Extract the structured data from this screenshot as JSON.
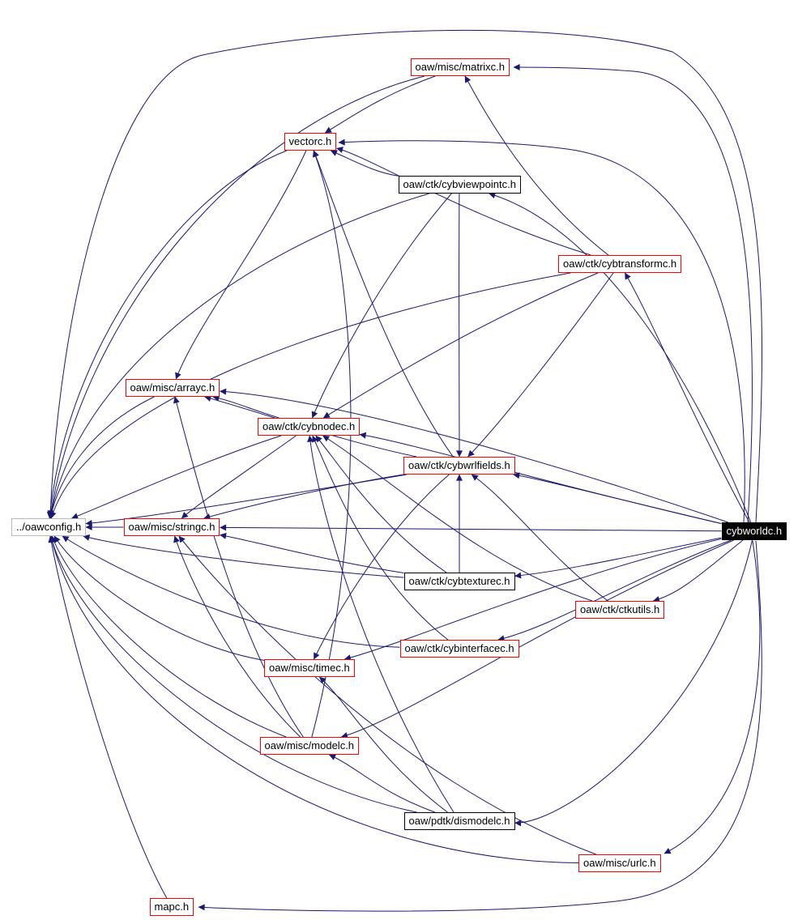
{
  "diagram": {
    "type": "include-dependency-graph",
    "root_label": "cybworldc.h",
    "colors": {
      "edge": "#191970",
      "border_red": "#ff0000",
      "border_black": "#000000",
      "border_grey": "#b9b9b9",
      "root_bg": "#000000",
      "root_text": "#ffffff",
      "node_bg": "#ffffff",
      "text": "#000000",
      "background": "#ffffff"
    },
    "nodes": [
      {
        "id": "matrixc",
        "label": "oaw/misc/matrixc.h",
        "style": "red"
      },
      {
        "id": "vectorc",
        "label": "vectorc.h",
        "style": "red"
      },
      {
        "id": "cybviewpointc",
        "label": "oaw/ctk/cybviewpointc.h",
        "style": "black"
      },
      {
        "id": "cybtransformc",
        "label": "oaw/ctk/cybtransformc.h",
        "style": "red"
      },
      {
        "id": "arrayc",
        "label": "oaw/misc/arrayc.h",
        "style": "red"
      },
      {
        "id": "cybnodec",
        "label": "oaw/ctk/cybnodec.h",
        "style": "red"
      },
      {
        "id": "cybwrlfields",
        "label": "oaw/ctk/cybwrlfields.h",
        "style": "red"
      },
      {
        "id": "oawconfig",
        "label": "../oawconfig.h",
        "style": "grey"
      },
      {
        "id": "stringc",
        "label": "oaw/misc/stringc.h",
        "style": "red"
      },
      {
        "id": "cybworldc",
        "label": "cybworldc.h",
        "style": "root"
      },
      {
        "id": "cybtexturec",
        "label": "oaw/ctk/cybtexturec.h",
        "style": "black"
      },
      {
        "id": "ctkutils",
        "label": "oaw/ctk/ctkutils.h",
        "style": "red"
      },
      {
        "id": "cybinterfacec",
        "label": "oaw/ctk/cybinterfacec.h",
        "style": "red"
      },
      {
        "id": "timec",
        "label": "oaw/misc/timec.h",
        "style": "red"
      },
      {
        "id": "modelc",
        "label": "oaw/misc/modelc.h",
        "style": "red"
      },
      {
        "id": "dismodelc",
        "label": "oaw/pdtk/dismodelc.h",
        "style": "black"
      },
      {
        "id": "urlc",
        "label": "oaw/misc/urlc.h",
        "style": "red"
      },
      {
        "id": "mapc",
        "label": "mapc.h",
        "style": "red"
      }
    ],
    "edges": [
      {
        "from": "cybworldc",
        "to": "oawconfig"
      },
      {
        "from": "cybworldc",
        "to": "matrixc"
      },
      {
        "from": "cybworldc",
        "to": "vectorc"
      },
      {
        "from": "cybworldc",
        "to": "cybviewpointc"
      },
      {
        "from": "cybworldc",
        "to": "cybtransformc"
      },
      {
        "from": "cybworldc",
        "to": "arrayc"
      },
      {
        "from": "cybworldc",
        "to": "cybnodec"
      },
      {
        "from": "cybworldc",
        "to": "cybwrlfields"
      },
      {
        "from": "cybworldc",
        "to": "stringc"
      },
      {
        "from": "cybworldc",
        "to": "cybtexturec"
      },
      {
        "from": "cybworldc",
        "to": "ctkutils"
      },
      {
        "from": "cybworldc",
        "to": "cybinterfacec"
      },
      {
        "from": "cybworldc",
        "to": "timec"
      },
      {
        "from": "cybworldc",
        "to": "modelc"
      },
      {
        "from": "cybworldc",
        "to": "dismodelc"
      },
      {
        "from": "cybworldc",
        "to": "urlc"
      },
      {
        "from": "cybworldc",
        "to": "mapc"
      },
      {
        "from": "matrixc",
        "to": "oawconfig"
      },
      {
        "from": "matrixc",
        "to": "vectorc"
      },
      {
        "from": "vectorc",
        "to": "oawconfig"
      },
      {
        "from": "vectorc",
        "to": "arrayc"
      },
      {
        "from": "cybviewpointc",
        "to": "oawconfig"
      },
      {
        "from": "cybviewpointc",
        "to": "vectorc"
      },
      {
        "from": "cybviewpointc",
        "to": "cybnodec"
      },
      {
        "from": "cybviewpointc",
        "to": "cybwrlfields"
      },
      {
        "from": "cybtransformc",
        "to": "oawconfig"
      },
      {
        "from": "cybtransformc",
        "to": "matrixc"
      },
      {
        "from": "cybtransformc",
        "to": "vectorc"
      },
      {
        "from": "cybtransformc",
        "to": "cybnodec"
      },
      {
        "from": "cybtransformc",
        "to": "cybwrlfields"
      },
      {
        "from": "arrayc",
        "to": "oawconfig"
      },
      {
        "from": "cybnodec",
        "to": "oawconfig"
      },
      {
        "from": "cybnodec",
        "to": "arrayc"
      },
      {
        "from": "cybnodec",
        "to": "stringc"
      },
      {
        "from": "cybwrlfields",
        "to": "oawconfig"
      },
      {
        "from": "cybwrlfields",
        "to": "vectorc"
      },
      {
        "from": "cybwrlfields",
        "to": "arrayc"
      },
      {
        "from": "cybwrlfields",
        "to": "stringc"
      },
      {
        "from": "cybwrlfields",
        "to": "timec"
      },
      {
        "from": "stringc",
        "to": "oawconfig"
      },
      {
        "from": "cybtexturec",
        "to": "oawconfig"
      },
      {
        "from": "cybtexturec",
        "to": "stringc"
      },
      {
        "from": "cybtexturec",
        "to": "cybnodec"
      },
      {
        "from": "cybtexturec",
        "to": "cybwrlfields"
      },
      {
        "from": "ctkutils",
        "to": "cybnodec"
      },
      {
        "from": "ctkutils",
        "to": "cybwrlfields"
      },
      {
        "from": "cybinterfacec",
        "to": "oawconfig"
      },
      {
        "from": "cybinterfacec",
        "to": "cybnodec"
      },
      {
        "from": "timec",
        "to": "oawconfig"
      },
      {
        "from": "modelc",
        "to": "oawconfig"
      },
      {
        "from": "modelc",
        "to": "stringc"
      },
      {
        "from": "modelc",
        "to": "vectorc"
      },
      {
        "from": "modelc",
        "to": "arrayc"
      },
      {
        "from": "dismodelc",
        "to": "oawconfig"
      },
      {
        "from": "dismodelc",
        "to": "modelc"
      },
      {
        "from": "dismodelc",
        "to": "cybnodec"
      },
      {
        "from": "dismodelc",
        "to": "timec"
      },
      {
        "from": "urlc",
        "to": "oawconfig"
      },
      {
        "from": "urlc",
        "to": "stringc"
      },
      {
        "from": "mapc",
        "to": "oawconfig"
      }
    ]
  }
}
